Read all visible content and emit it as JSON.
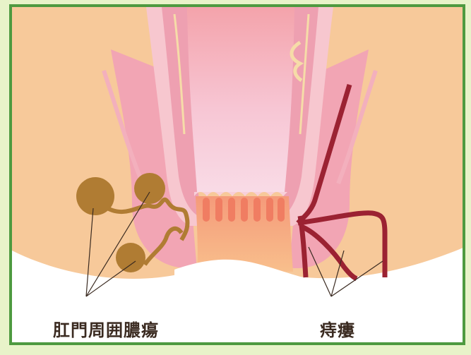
{
  "labels": {
    "abscess": "肛門周囲膿瘍",
    "fistula": "痔瘻"
  },
  "colors": {
    "frame_border": "#4e9a40",
    "page_bg": "#e8f3c9",
    "skin": "#f7c99a",
    "muscle_pink": "#f2a5b4",
    "muscle_light": "#f7c7cf",
    "mucosa": "#f4a4ae",
    "canal_light": "#f9d6df",
    "abscess": "#b07c33",
    "fistula": "#9b2232",
    "text": "#3a2a20"
  },
  "icons": {
    "abscess_marker": "abscess-bulb",
    "fistula_marker": "fistula-tract"
  }
}
